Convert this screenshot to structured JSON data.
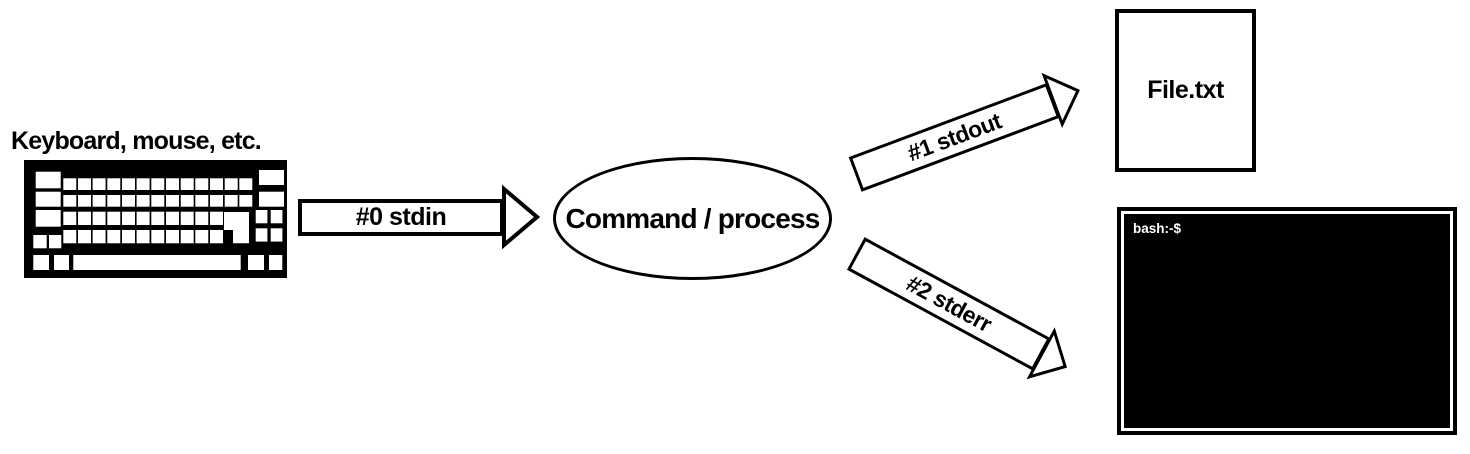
{
  "colors": {
    "background": "#ffffff",
    "ink": "#000000",
    "terminal_background": "#000000",
    "terminal_text": "#ffffff"
  },
  "nodes": {
    "input_device": {
      "label": "Keyboard, mouse, etc.",
      "icon": "keyboard-icon"
    },
    "process": {
      "label": "Command / process",
      "shape": "ellipse"
    },
    "file_output": {
      "label": "File.txt",
      "shape": "document"
    },
    "terminal_output": {
      "prompt": "bash:-$",
      "shape": "terminal-window"
    }
  },
  "streams": [
    {
      "id": "#0",
      "name": "stdin",
      "label": "#0 stdin",
      "from": "input_device",
      "to": "process"
    },
    {
      "id": "#1",
      "name": "stdout",
      "label": "#1 stdout",
      "from": "process",
      "to": "file_output"
    },
    {
      "id": "#2",
      "name": "stderr",
      "label": "#2 stderr",
      "from": "process",
      "to": "terminal_output"
    }
  ]
}
